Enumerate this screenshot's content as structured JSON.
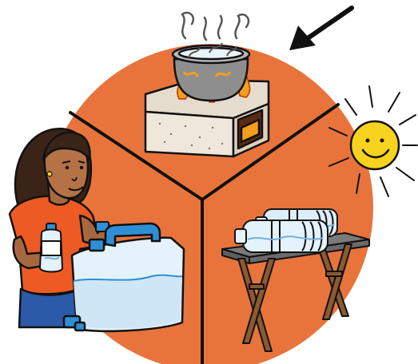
{
  "scene": {
    "disc_color": "#E8743B",
    "outline_color": "#111111",
    "skin_color": "#A8683F",
    "hair_color": "#3A2418",
    "shirt_color": "#EE5A24",
    "pants_color": "#2B5AA8",
    "water_color": "#CFE6F7",
    "container_color": "#2E8FD6",
    "stove_color": "#EFE7DA",
    "flame_color": "#F59E1B",
    "sun_color": "#F7D21E",
    "table_color": "#8A5A33",
    "tabletop_color": "#6E6E6E"
  },
  "panels": [
    {
      "name": "boiling-water-panel",
      "icon": "cooking-pot-on-stove"
    },
    {
      "name": "solar-disinfection-panel",
      "icon": "sun-and-bottles"
    },
    {
      "name": "chlorination-panel",
      "icon": "woman-with-water-container"
    }
  ],
  "pointer": {
    "icon": "arrow-pointing-to-pot"
  }
}
